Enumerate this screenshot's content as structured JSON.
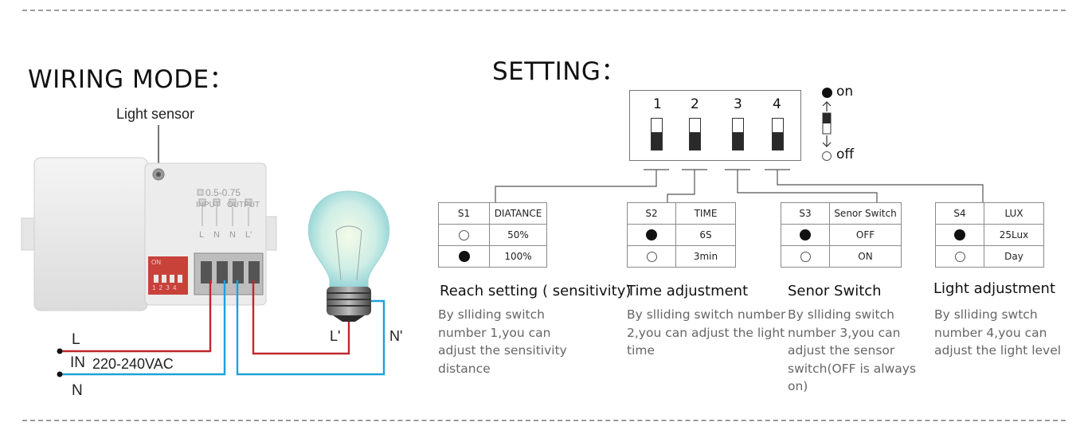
{
  "wiring": {
    "title": "WIRING MODE：",
    "light_sensor_label": "Light sensor",
    "device_label_rating": "0.5-0.75",
    "device_label_input": "INPUT",
    "device_label_output": "OUTPUT",
    "terminal_labels": [
      "L",
      "N",
      "N",
      "L'"
    ],
    "dip_on": "ON",
    "dip_numbers": "1 2 3 4",
    "line_L": "L",
    "line_IN": "IN",
    "line_N": "N",
    "voltage": "220-240VAC",
    "bulb_L": "L'",
    "bulb_N": "N'",
    "colors": {
      "red_wire": "#c0272d",
      "blue_wire": "#1ea0dc"
    }
  },
  "setting": {
    "title": "SETTING：",
    "dip_numbers": [
      "1",
      "2",
      "3",
      "4"
    ],
    "legend_on": "on",
    "legend_off": "off",
    "tables": [
      {
        "col1": "S1",
        "col2": "DIATANCE",
        "rows": [
          {
            "state": "off",
            "value": "50%"
          },
          {
            "state": "on",
            "value": "100%"
          }
        ]
      },
      {
        "col1": "S2",
        "col2": "TIME",
        "rows": [
          {
            "state": "on",
            "value": "6S"
          },
          {
            "state": "off",
            "value": "3min"
          }
        ]
      },
      {
        "col1": "S3",
        "col2": "Senor Switch",
        "rows": [
          {
            "state": "on",
            "value": "OFF"
          },
          {
            "state": "off",
            "value": "ON"
          }
        ]
      },
      {
        "col1": "S4",
        "col2": "LUX",
        "rows": [
          {
            "state": "on",
            "value": "25Lux"
          },
          {
            "state": "off",
            "value": "Day"
          }
        ]
      }
    ],
    "sections": [
      {
        "heading": "Reach setting ( sensitivity)",
        "lines": [
          "By slliding switch",
          "number 1,you can",
          "adjust the sensitivity",
          "distance"
        ]
      },
      {
        "heading": "Time adjustment",
        "lines": [
          "By slliding switch number",
          "2,you can adjust the light",
          "time"
        ]
      },
      {
        "heading": "Senor Switch",
        "lines": [
          "By slliding switch",
          "number 3,you can",
          "adjust the sensor",
          "switch(OFF is always",
          "on)"
        ]
      },
      {
        "heading": "Light adjustment",
        "lines": [
          "By slliding swtch",
          "number 4,you can",
          "adjust the light level"
        ]
      }
    ]
  }
}
